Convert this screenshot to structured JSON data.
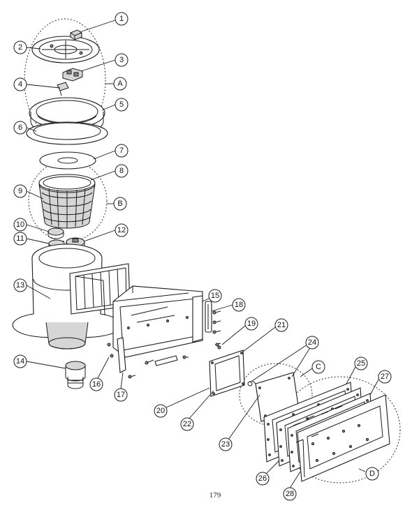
{
  "page_number": "179",
  "part_callouts": [
    "1",
    "2",
    "3",
    "4",
    "5",
    "6",
    "7",
    "8",
    "9",
    "10",
    "11",
    "12",
    "13",
    "14",
    "15",
    "16",
    "17",
    "18",
    "19",
    "20",
    "21",
    "22",
    "23",
    "24",
    "25",
    "26",
    "27",
    "28"
  ],
  "group_callouts": [
    "A",
    "B",
    "C",
    "D"
  ]
}
